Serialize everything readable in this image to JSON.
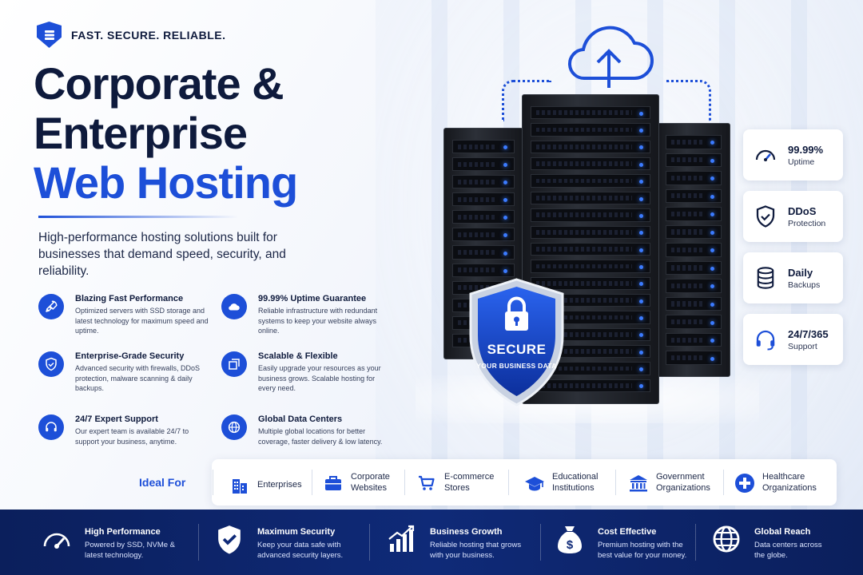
{
  "brand": {
    "tagline": "FAST. SECURE.  RELIABLE."
  },
  "headline": {
    "line1": "Corporate &",
    "line2": "Enterprise",
    "line3": "Web Hosting"
  },
  "lead": "High-performance hosting solutions built for businesses that demand speed, security, and reliability.",
  "features": [
    {
      "icon": "rocket-icon",
      "title": "Blazing Fast Performance",
      "desc": "Optimized servers with SSD storage and latest technology for maximum speed and uptime."
    },
    {
      "icon": "cloud-icon",
      "title": "99.99% Uptime Guarantee",
      "desc": "Reliable infrastructure with redundant systems to keep your website always online."
    },
    {
      "icon": "shield-check-icon",
      "title": "Enterprise-Grade Security",
      "desc": "Advanced security with firewalls, DDoS protection, malware scanning & daily backups."
    },
    {
      "icon": "scale-icon",
      "title": "Scalable & Flexible",
      "desc": "Easily upgrade your resources as your business grows. Scalable hosting for every need."
    },
    {
      "icon": "headset-icon",
      "title": "24/7 Expert Support",
      "desc": "Our expert team is available 24/7 to support your business, anytime."
    },
    {
      "icon": "globe-icon",
      "title": "Global Data Centers",
      "desc": "Multiple global locations for better coverage, faster delivery & low latency."
    }
  ],
  "shield": {
    "title": "SECURE",
    "subtitle": "YOUR BUSINESS DATA"
  },
  "stats": [
    {
      "icon": "speedometer-icon",
      "title": "99.99%",
      "sub": "Uptime"
    },
    {
      "icon": "shield-check-icon",
      "title": "DDoS",
      "sub": "Protection"
    },
    {
      "icon": "database-icon",
      "title": "Daily",
      "sub": "Backups"
    },
    {
      "icon": "headset-icon",
      "title": "24/7/365",
      "sub": "Support"
    }
  ],
  "ideal": {
    "label": "Ideal For",
    "items": [
      {
        "icon": "building-icon",
        "text": "Enterprises"
      },
      {
        "icon": "briefcase-icon",
        "text": "Corporate Websites"
      },
      {
        "icon": "cart-icon",
        "text": "E-commerce Stores"
      },
      {
        "icon": "graduation-cap-icon",
        "text": "Educational Institutions"
      },
      {
        "icon": "government-icon",
        "text": "Government Organizations"
      },
      {
        "icon": "medical-cross-icon",
        "text": "Healthcare Organizations"
      }
    ]
  },
  "band": [
    {
      "icon": "gauge-icon",
      "title": "High Performance",
      "desc": "Powered by SSD, NVMe & latest technology."
    },
    {
      "icon": "shield-check-icon",
      "title": "Maximum Security",
      "desc": "Keep your data safe with advanced security layers."
    },
    {
      "icon": "growth-chart-icon",
      "title": "Business Growth",
      "desc": "Reliable hosting that grows with your business."
    },
    {
      "icon": "money-bag-icon",
      "title": "Cost Effective",
      "desc": "Premium hosting with the best value for your money."
    },
    {
      "icon": "globe-icon",
      "title": "Global Reach",
      "desc": "Data centers across the globe."
    }
  ],
  "colors": {
    "accent": "#1d4fd8",
    "navy": "#0b1f5c",
    "text": "#0f1b3d"
  }
}
